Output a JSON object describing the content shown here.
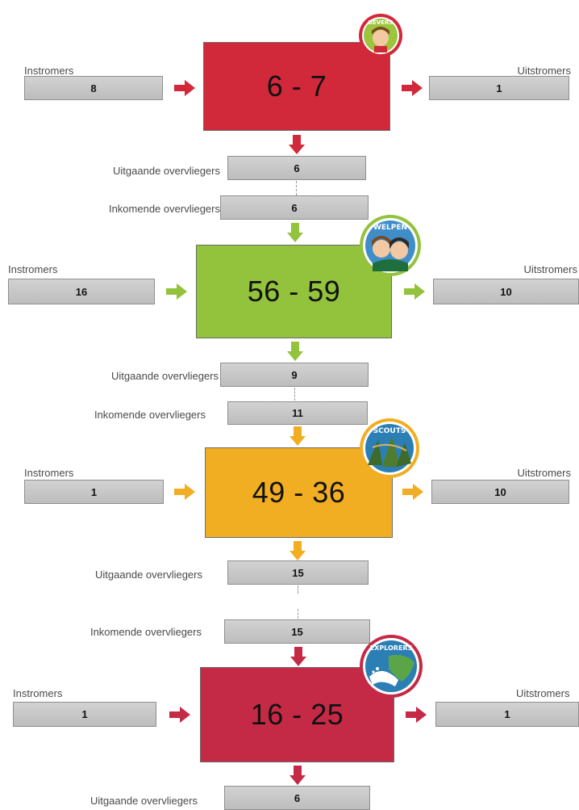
{
  "labels": {
    "in": "Instromers",
    "out": "Uitstromers",
    "outgoing_overflow": "Uitgaande overvliegers",
    "incoming_overflow": "Inkomende overvliegers"
  },
  "sections": [
    {
      "id": "bevers",
      "badge_text": "BEVERS",
      "range": "6 - 7",
      "in": "8",
      "out": "1",
      "incoming_overflow": "",
      "outgoing_overflow": "6",
      "color": "#d1283a",
      "arrow_color": "#d1283a"
    },
    {
      "id": "welpen",
      "badge_text": "WELPEN",
      "range": "56 - 59",
      "in": "16",
      "out": "10",
      "incoming_overflow": "6",
      "outgoing_overflow": "9",
      "color": "#93c23c",
      "arrow_color": "#93c23c"
    },
    {
      "id": "scouts",
      "badge_text": "SCOUTS",
      "range": "49 - 36",
      "in": "1",
      "out": "10",
      "incoming_overflow": "11",
      "outgoing_overflow": "15",
      "color": "#f2ae22",
      "arrow_color": "#f2ae22"
    },
    {
      "id": "explorers",
      "badge_text": "EXPLORERS",
      "range": "16 - 25",
      "in": "1",
      "out": "1",
      "incoming_overflow": "15",
      "outgoing_overflow": "6",
      "color": "#c42a46",
      "arrow_color": "#c42a46"
    }
  ]
}
